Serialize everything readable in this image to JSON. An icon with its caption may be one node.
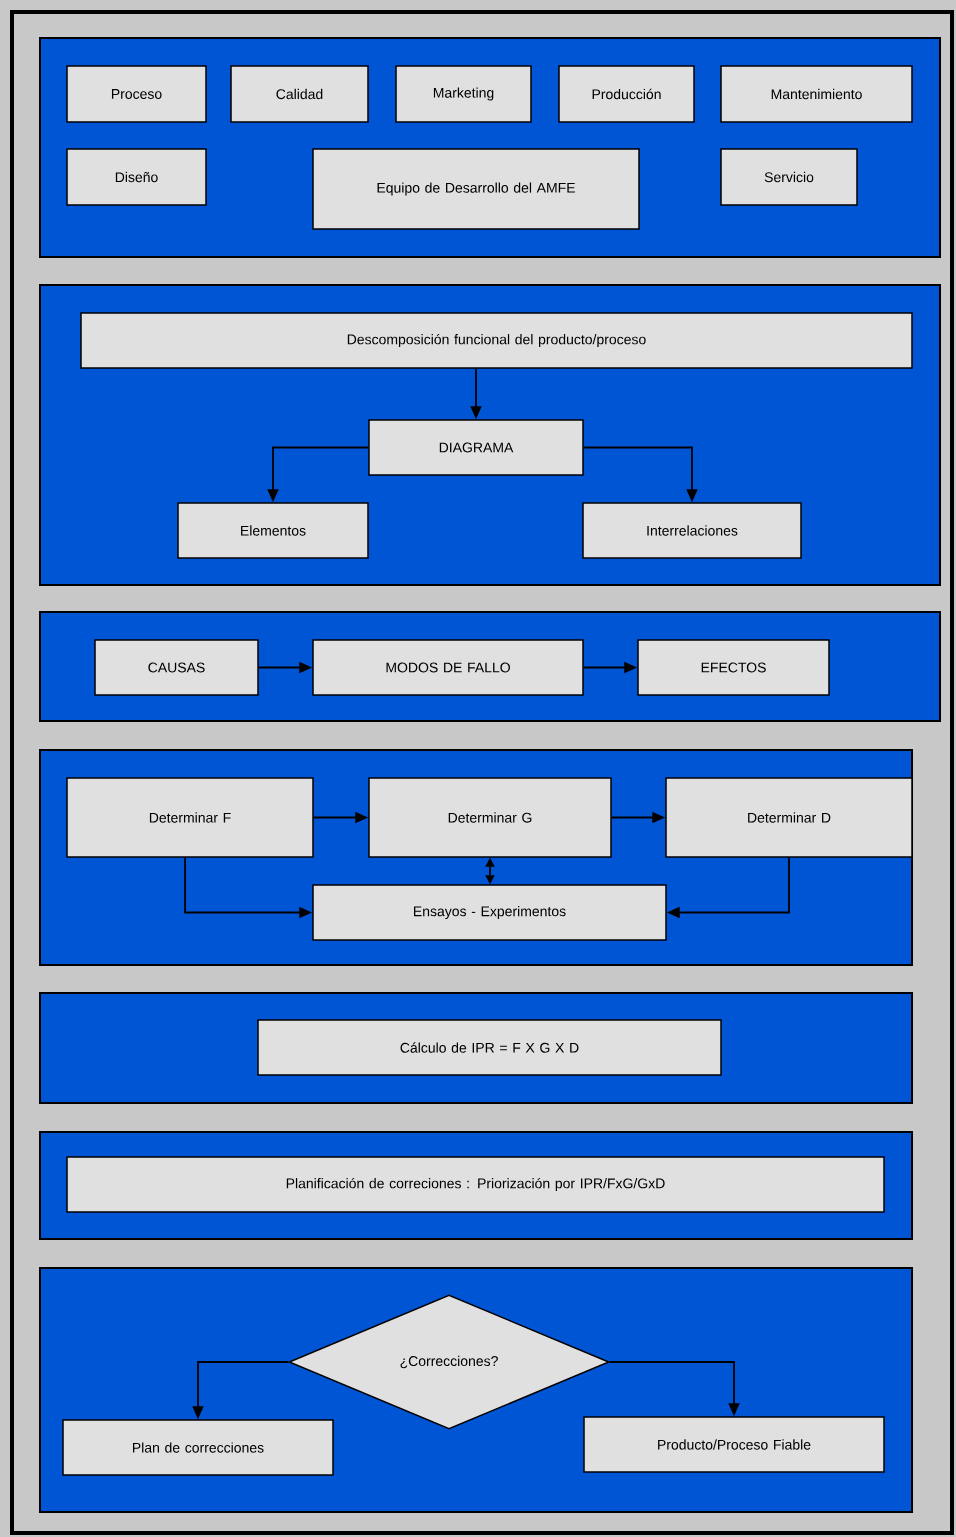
{
  "diagram": {
    "nodes": [
      {
        "text": [
          "Proceso"
        ]
      },
      {
        "text": [
          "Calidad"
        ]
      },
      {
        "text": [
          "Marketing"
        ]
      },
      {
        "text": [
          "Producción"
        ]
      },
      {
        "text": [
          "Mantenimiento"
        ]
      },
      {
        "text": [
          "Diseño"
        ]
      },
      {
        "text": [
          "Equipo de Desarrollo del AMFE"
        ]
      },
      {
        "text": [
          "Servicio"
        ]
      },
      {
        "text": [
          "Descomposición funcional del producto/proceso"
        ]
      },
      {
        "text": [
          "DIAGRAMA"
        ]
      },
      {
        "text": [
          "Elementos"
        ]
      },
      {
        "text": [
          "Interrelaciones"
        ]
      },
      {
        "text": [
          "CAUSAS"
        ]
      },
      {
        "text": [
          "MODOS DE FALLO"
        ]
      },
      {
        "text": [
          "EFECTOS"
        ]
      },
      {
        "text": [
          "Determinar F"
        ]
      },
      {
        "text": [
          "Determinar G"
        ]
      },
      {
        "text": [
          "Determinar D"
        ]
      },
      {
        "text": [
          "Ensayos - Experimentos"
        ]
      },
      {
        "text": [
          "Cálculo de IPR = F X G X D"
        ]
      },
      {
        "text": [
          "Planificación de correciones : Priorización por IPR/FxG/GxD"
        ]
      },
      {
        "text": [
          "¿Correcciones?"
        ]
      },
      {
        "text": [
          "Plan de correcciones"
        ]
      },
      {
        "text": [
          "Producto/Proceso Fiable"
        ]
      }
    ],
    "edges": [
      {
        "from": 8,
        "to": 9,
        "arrow": "to"
      },
      {
        "from": 9,
        "to": 10,
        "arrow": "to"
      },
      {
        "from": 9,
        "to": 11,
        "arrow": "to"
      },
      {
        "from": 12,
        "to": 13,
        "arrow": "to"
      },
      {
        "from": 13,
        "to": 14,
        "arrow": "to"
      },
      {
        "from": 15,
        "to": 16,
        "arrow": "to"
      },
      {
        "from": 16,
        "to": 17,
        "arrow": "to"
      },
      {
        "from": 15,
        "to": 18,
        "arrow": "to"
      },
      {
        "from": 17,
        "to": 18,
        "arrow": "to"
      },
      {
        "from": 16,
        "to": 18,
        "arrow": "both"
      },
      {
        "from": 21,
        "to": 22,
        "arrow": "to"
      },
      {
        "from": 21,
        "to": 23,
        "arrow": "to"
      }
    ]
  }
}
